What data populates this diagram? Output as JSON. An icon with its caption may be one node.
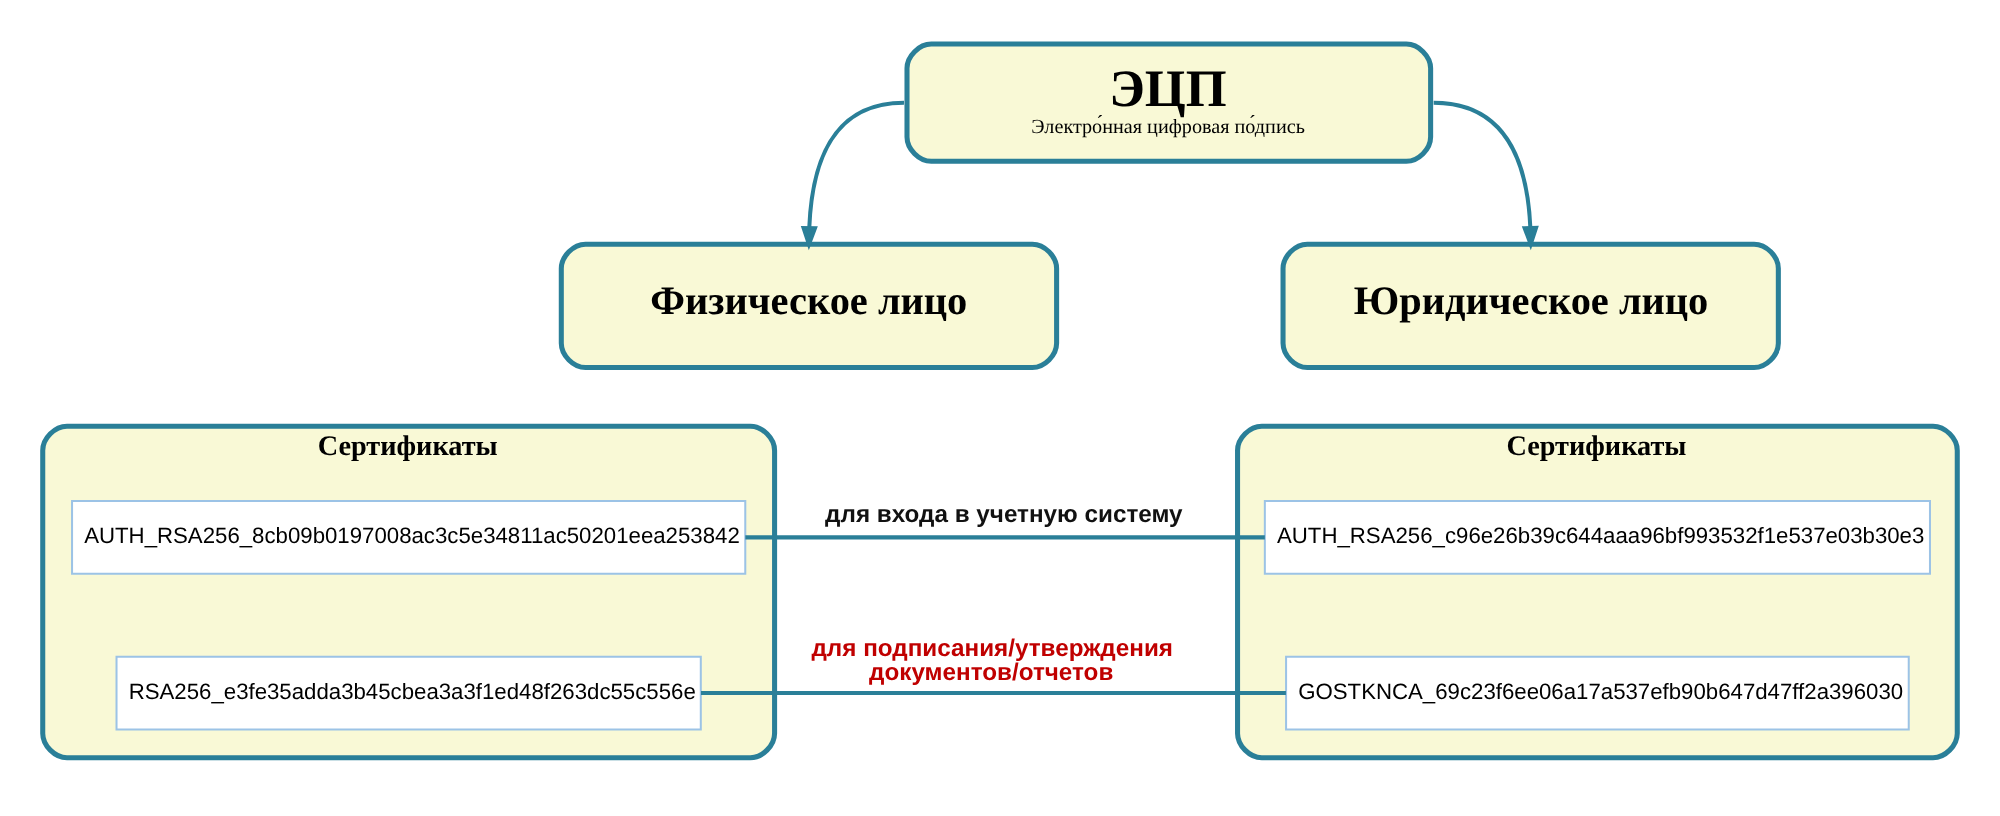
{
  "diagram": {
    "nodes": [
      {
        "text": [
          "ЭЦП",
          "Электро́нная цифровая по́дпись"
        ]
      },
      {
        "text": [
          "Физическое лицо"
        ]
      },
      {
        "text": [
          "Юридическое лицо"
        ]
      },
      {
        "text": [
          "Сертификаты"
        ]
      },
      {
        "text": [
          "AUTH_RSA256_8cb09b0197008ac3c5e34811ac50201eea253842"
        ],
        "in": 3
      },
      {
        "text": [
          "RSA256_e3fe35adda3b45cbea3a3f1ed48f263dc55c556e"
        ],
        "in": 3
      },
      {
        "text": [
          "Сертификаты"
        ]
      },
      {
        "text": [
          "AUTH_RSA256_c96e26b39c644aaa96bf993532f1e537e03b30e3"
        ],
        "in": 6
      },
      {
        "text": [
          "GOSTKNCA_69c23f6ee06a17a537efb90b647d47ff2a396030"
        ],
        "in": 6
      }
    ],
    "edges": [
      {
        "from": 0,
        "to": 1,
        "arrow": "to"
      },
      {
        "from": 0,
        "to": 2,
        "arrow": "to"
      },
      {
        "from": 4,
        "to": 7,
        "arrow": "none",
        "label": "для входа в учетную систему"
      },
      {
        "from": 5,
        "to": 8,
        "arrow": "none",
        "label": "для подписания/утверждения документов/отчетов"
      }
    ]
  }
}
